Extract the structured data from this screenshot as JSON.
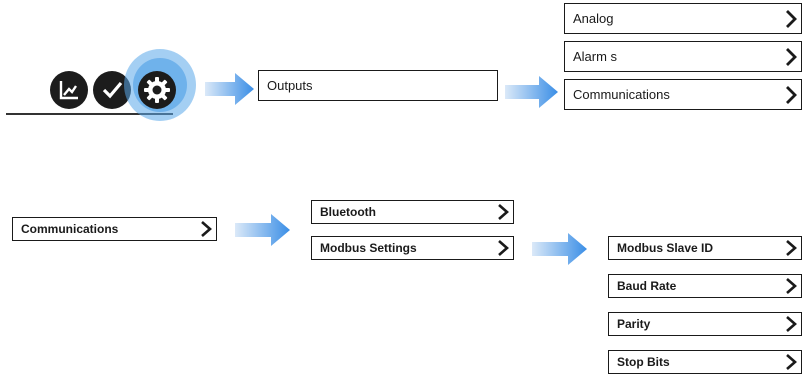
{
  "top_flow": {
    "icons": [
      "trend-chart-icon",
      "checkmark-icon",
      "gear-icon"
    ],
    "selected_icon": "gear-icon",
    "outputs_label": "Outputs",
    "menu": [
      "Analog",
      "Alarm s",
      "Communications"
    ]
  },
  "bottom_flow": {
    "start_label": "Communications",
    "comm_menu": [
      "Bluetooth",
      "Modbus Settings"
    ],
    "modbus_menu": [
      "Modbus Slave ID",
      "Baud Rate",
      "Parity",
      "Stop Bits"
    ]
  },
  "colors": {
    "arrow_light": "#dbe9f8",
    "arrow_dark": "#3a8ee6",
    "highlight_ring": "#5aa7ea",
    "icon_fill": "#1c1c1c",
    "border": "#1a1a1a"
  }
}
